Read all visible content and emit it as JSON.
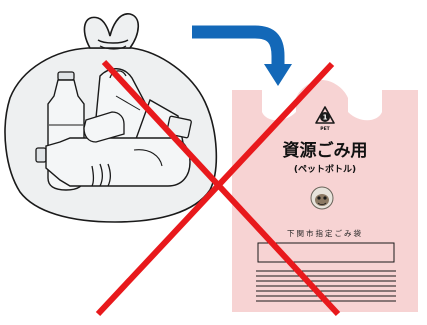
{
  "scene": {
    "designated_bag": {
      "title": "資源ごみ用",
      "subtitle": "(ペットボトル)",
      "designation": "下関市指定ごみ袋",
      "recycle_mark": {
        "number": "1",
        "label": "PET"
      }
    },
    "colors": {
      "arrow": "#1368b8",
      "cross": "#e8191c",
      "pink_bag": "#f7d3d3",
      "clear_bag": "#eef0f1"
    }
  }
}
